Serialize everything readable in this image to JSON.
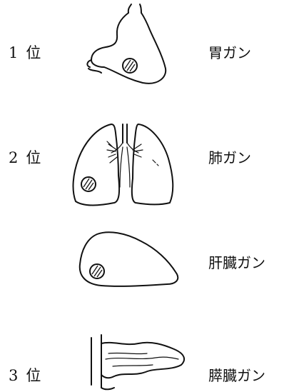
{
  "ranking": [
    {
      "rank_number": "1",
      "rank_suffix": "位",
      "organ_icon": "stomach-icon",
      "label": "胃ガン"
    },
    {
      "rank_number": "2",
      "rank_suffix": "位",
      "organ_icon": "lungs-icon",
      "label": "肺ガン"
    },
    {
      "rank_number": "",
      "rank_suffix": "",
      "organ_icon": "liver-icon",
      "label": "肝臓ガン"
    },
    {
      "rank_number": "3",
      "rank_suffix": "位",
      "organ_icon": "pancreas-icon",
      "label": "膵臓ガン"
    }
  ]
}
